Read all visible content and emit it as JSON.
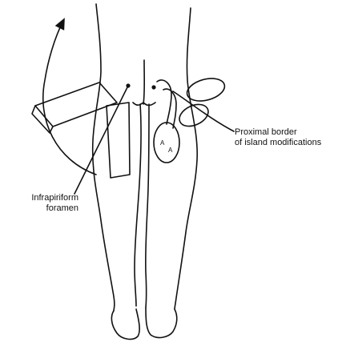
{
  "figure": {
    "labels": {
      "infrapiriform": [
        "Infrapiriform",
        "foramen"
      ],
      "proximal_border": [
        "Proximal border",
        "of island modifications"
      ]
    },
    "markers": {
      "island_left": "A",
      "island_right": "A"
    },
    "colors": {
      "line": "#111111",
      "background": "#ffffff"
    }
  }
}
